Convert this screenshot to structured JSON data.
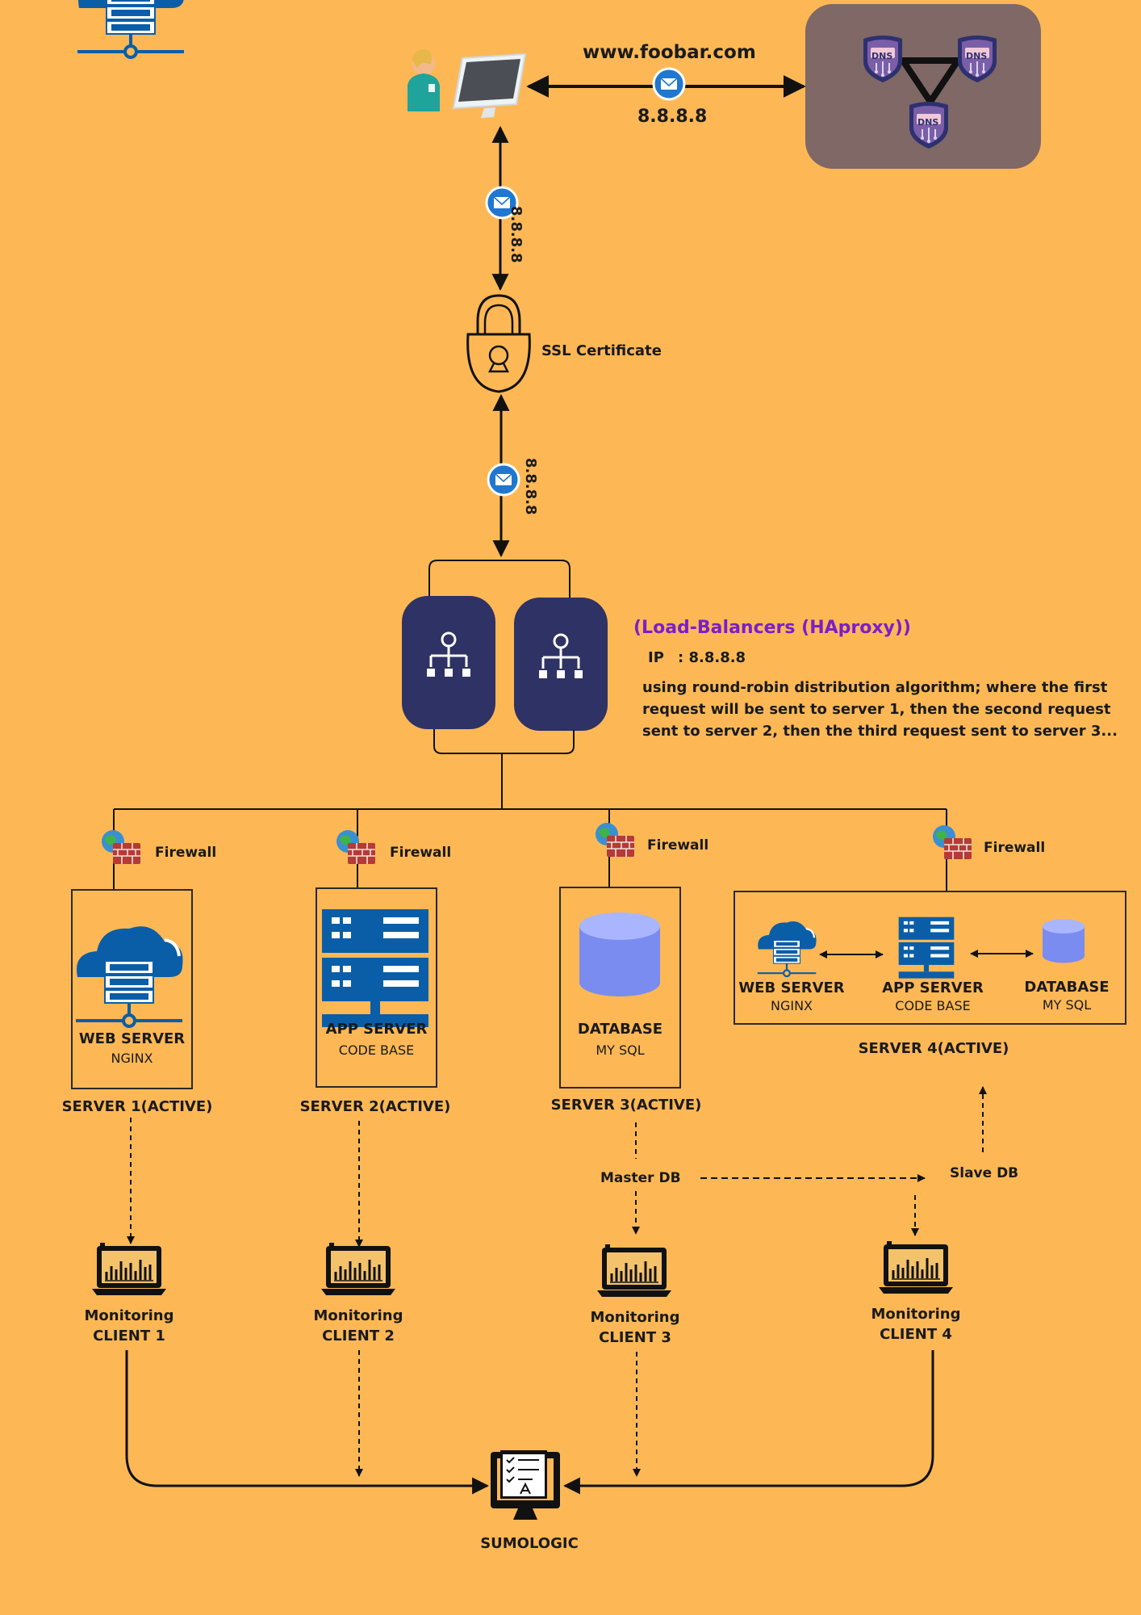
{
  "domain": "www.foobar.com",
  "dns_ip": "8.8.8.8",
  "client_ip_1": "8.8.8.8",
  "client_ip_2": "8.8.8.8",
  "dns_badge": "DNS",
  "ssl_label": "SSL Certificate",
  "load_balancer": {
    "title": "(Load-Balancers (HAproxy))",
    "ip_label": "IP",
    "ip_value": ": 8.8.8.8",
    "description_lines": [
      "using round-robin distribution algorithm; where the first",
      "request will be sent to server 1, then the second request",
      "sent to server 2, then the third request sent to server 3..."
    ]
  },
  "firewall_label": "Firewall",
  "servers": [
    {
      "title": "SERVER 1(ACTIVE)",
      "role": "WEB SERVER",
      "sub": "NGINX"
    },
    {
      "title": "SERVER 2(ACTIVE)",
      "role": "APP SERVER",
      "sub": "CODE BASE"
    },
    {
      "title": "SERVER 3(ACTIVE)",
      "role": "DATABASE",
      "sub": "MY SQL"
    },
    {
      "title": "SERVER 4(ACTIVE)",
      "components": [
        {
          "role": "WEB SERVER",
          "sub": "NGINX"
        },
        {
          "role": "APP SERVER",
          "sub": "CODE BASE"
        },
        {
          "role": "DATABASE",
          "sub": "MY SQL"
        }
      ]
    }
  ],
  "master_db": "Master DB",
  "slave_db": "Slave DB",
  "monitoring": [
    {
      "line1": "Monitoring",
      "line2": "CLIENT 1"
    },
    {
      "line1": "Monitoring",
      "line2": "CLIENT 2"
    },
    {
      "line1": "Monitoring",
      "line2": "CLIENT 3"
    },
    {
      "line1": "Monitoring",
      "line2": "CLIENT 4"
    }
  ],
  "sumologic": "SUMOLOGIC",
  "colors": {
    "background": "#FDB855",
    "dns_panel": "#7f6865",
    "load_balancer": "#2e3264",
    "server_icon": "#0a5ea8",
    "database": "#7b8cf0",
    "lb_title": "#7a1fc8",
    "packet": "#1f77d0"
  }
}
